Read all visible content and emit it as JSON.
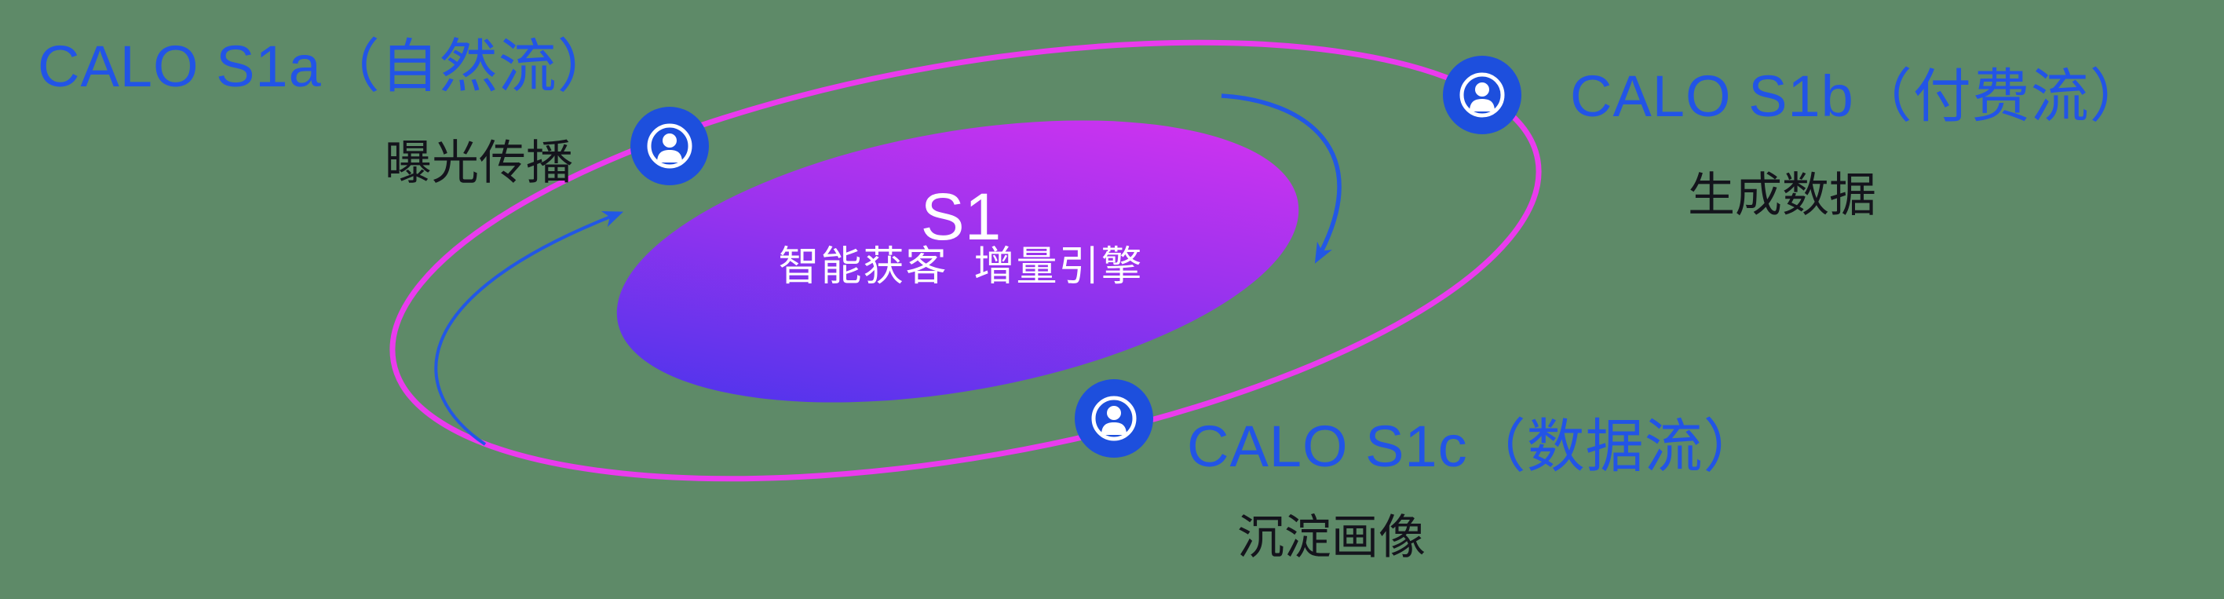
{
  "diagram": {
    "type": "orbit-diagram",
    "center": {
      "title": "S1",
      "subtitle": "智能获客  增量引擎"
    },
    "nodes": [
      {
        "id": "s1a",
        "label": "CALO S1a（自然流）",
        "subtitle": "曝光传播",
        "icon": "user-icon",
        "position": "top-left"
      },
      {
        "id": "s1b",
        "label": "CALO S1b（付费流）",
        "subtitle": "生成数据",
        "icon": "user-icon",
        "position": "top-right"
      },
      {
        "id": "s1c",
        "label": "CALO S1c（数据流）",
        "subtitle": "沉淀画像",
        "icon": "user-icon",
        "position": "bottom-center"
      }
    ],
    "colors": {
      "background_green": "#5e8a68",
      "label_blue": "#2254e6",
      "subtitle_dark": "#14141c",
      "orbit_pink": "#ea3bee",
      "core_gradient_start": "#3d34ec",
      "core_gradient_end": "#e033f0",
      "icon_blue": "#1d4fdd",
      "arrow_blue": "#2257e5",
      "center_text": "#ffffff"
    }
  }
}
